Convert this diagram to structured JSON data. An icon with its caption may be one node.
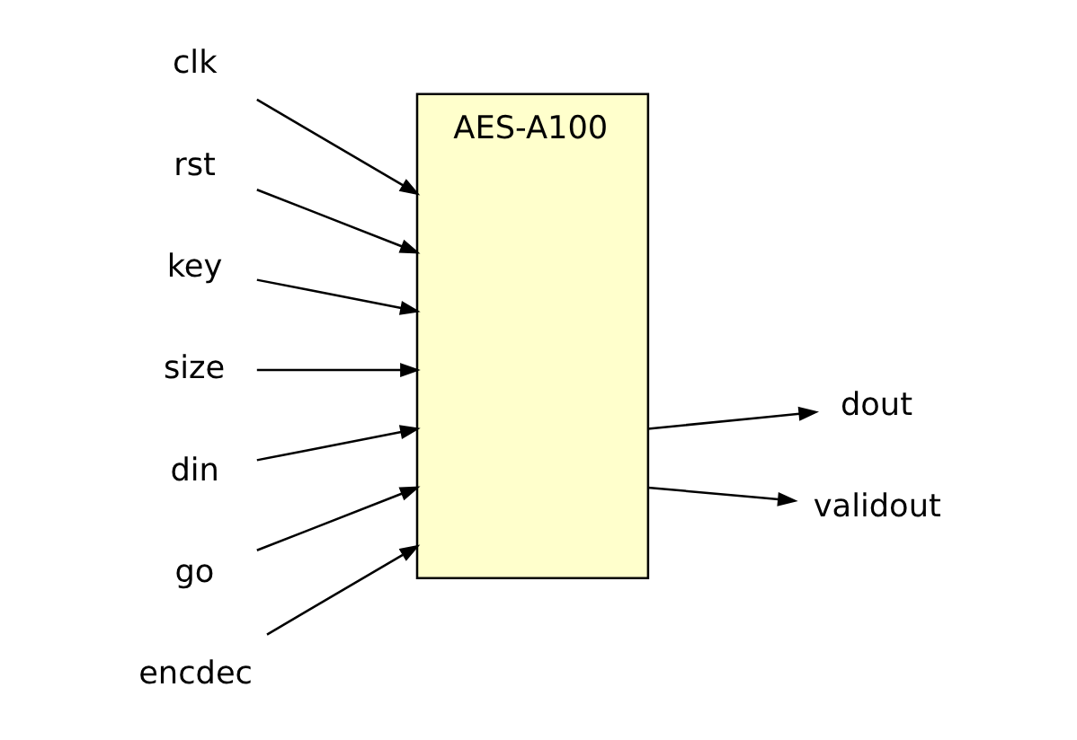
{
  "diagram": {
    "nodes": [
      {
        "text": [
          "AES-A100"
        ]
      },
      {
        "text": [
          "clk"
        ]
      },
      {
        "text": [
          "rst"
        ]
      },
      {
        "text": [
          "key"
        ]
      },
      {
        "text": [
          "size"
        ]
      },
      {
        "text": [
          "din"
        ]
      },
      {
        "text": [
          "go"
        ]
      },
      {
        "text": [
          "encdec"
        ]
      },
      {
        "text": [
          "dout"
        ]
      },
      {
        "text": [
          "validout"
        ]
      }
    ],
    "edges": [
      {
        "from": 1,
        "to": 0,
        "arrow": "to"
      },
      {
        "from": 2,
        "to": 0,
        "arrow": "to"
      },
      {
        "from": 3,
        "to": 0,
        "arrow": "to"
      },
      {
        "from": 4,
        "to": 0,
        "arrow": "to"
      },
      {
        "from": 5,
        "to": 0,
        "arrow": "to"
      },
      {
        "from": 6,
        "to": 0,
        "arrow": "to"
      },
      {
        "from": 7,
        "to": 0,
        "arrow": "to"
      },
      {
        "from": 0,
        "to": 8,
        "arrow": "to"
      },
      {
        "from": 0,
        "to": 9,
        "arrow": "to"
      }
    ]
  }
}
